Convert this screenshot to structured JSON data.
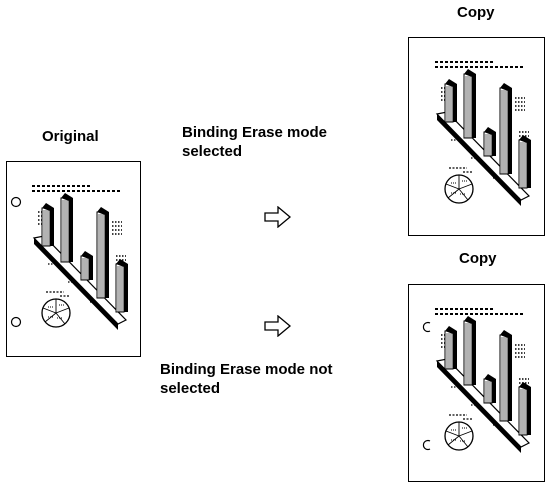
{
  "labels": {
    "original": "Original",
    "copy_top": "Copy",
    "copy_bottom": "Copy",
    "erase_selected_line1": "Binding Erase mode",
    "erase_selected_line2": "selected",
    "erase_not_selected_line1": "Binding Erase mode not",
    "erase_not_selected_line2": "selected"
  },
  "icons": {
    "arrow": "right-arrow-icon",
    "page_illustration": "bar-chart-illustration"
  }
}
